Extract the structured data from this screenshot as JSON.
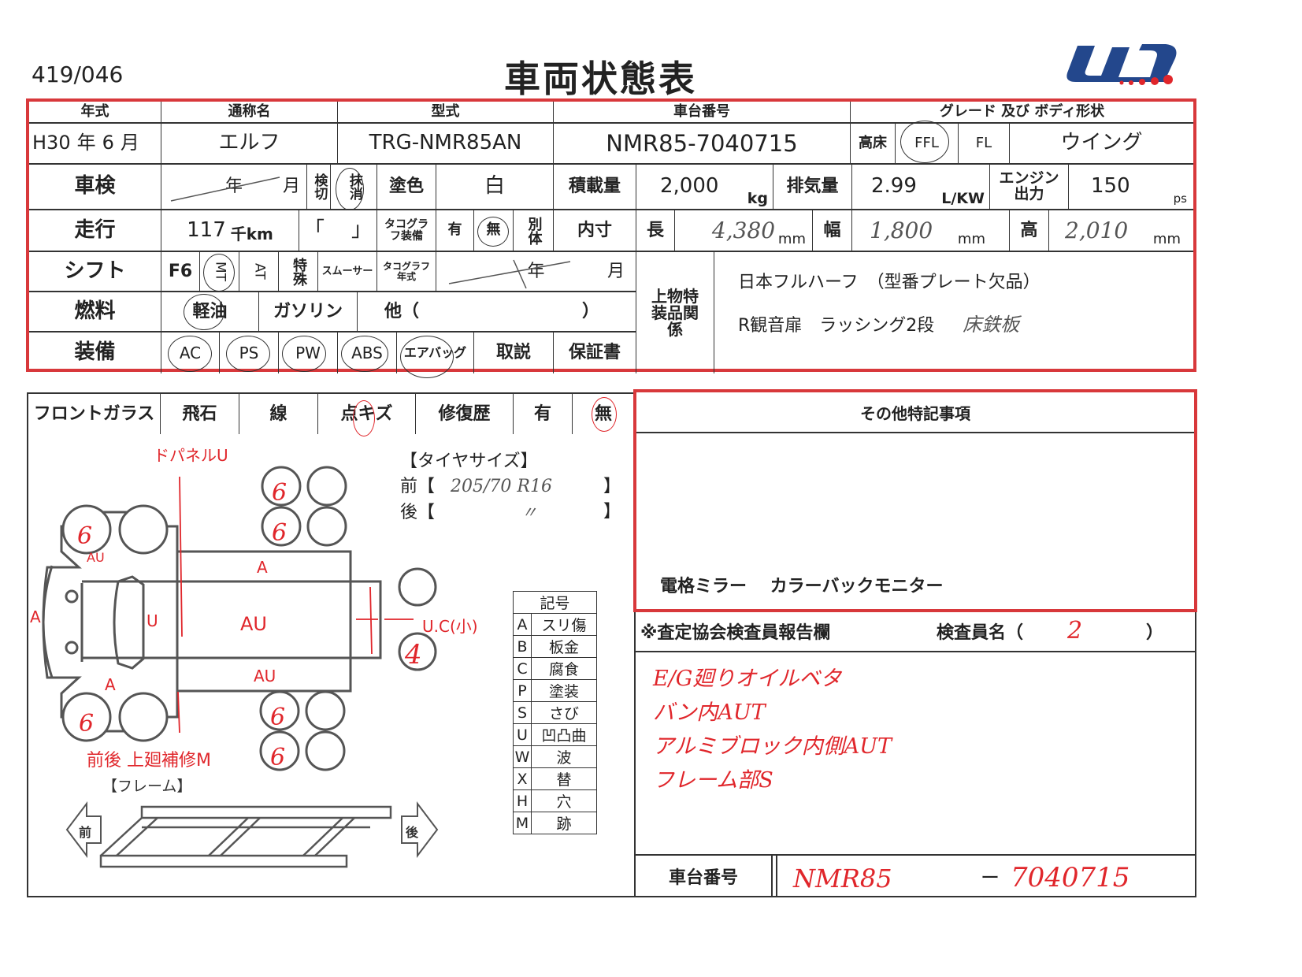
{
  "doc_number": "419/046",
  "title": "車両状態表",
  "logo": {
    "text": "um",
    "color": "#23478c",
    "dot_color": "#e0262b"
  },
  "colors": {
    "red_pen": "#e0262b",
    "frame_red": "#d8383b"
  },
  "top_table": {
    "headers": {
      "year": "年式",
      "name": "通称名",
      "model": "型式",
      "chassis": "車台番号",
      "grade": "グレード 及び ボディ形状"
    },
    "year": {
      "era_year": "H30",
      "year_label": "年",
      "month": "6",
      "month_label": "月"
    },
    "name": "エルフ",
    "model": "TRG-NMR85AN",
    "chassis": "NMR85-7040715",
    "grade": {
      "high_floor": "高床",
      "ffl": "FFL",
      "fl": "FL",
      "body": "ウイング"
    },
    "inspection": {
      "label": "車検",
      "year_label": "年",
      "month_label": "月",
      "expired": "検切",
      "cancelled": "抹消"
    },
    "paint": {
      "label": "塗色",
      "value": "白"
    },
    "load": {
      "label": "積載量",
      "value": "2,000",
      "unit": "kg"
    },
    "displacement": {
      "label": "排気量",
      "value": "2.99",
      "unit": "L/KW"
    },
    "engine_output": {
      "label": "エンジン出力",
      "value": "150",
      "unit": "ps"
    },
    "mileage": {
      "label": "走行",
      "value": "117",
      "unit": "千km",
      "bracket_open": "「",
      "bracket_close": "」"
    },
    "tacho": {
      "label": "タコグラフ装備",
      "yes": "有",
      "no": "無",
      "separate": "別体"
    },
    "inner_dims": {
      "label": "内寸",
      "length_label": "長",
      "length": "4,380",
      "width_label": "幅",
      "width": "1,800",
      "height_label": "高",
      "height": "2,010",
      "unit": "mm"
    },
    "shift": {
      "label": "シフト",
      "f6": "F6",
      "mt": "MT",
      "at": "AT",
      "special": "特殊",
      "smoother": "スムーサー",
      "tacho_year": "タコグラフ年式",
      "year_label": "年",
      "month_label": "月"
    },
    "fuel": {
      "label": "燃料",
      "diesel": "軽油",
      "gasoline": "ガソリン",
      "other": "他（",
      "other_close": "）"
    },
    "equipment": {
      "label": "装備",
      "items": [
        "AC",
        "PS",
        "PW",
        "ABS",
        "エアバッグ",
        "取説",
        "保証書"
      ]
    },
    "body_special": {
      "label": "上物特装品関係",
      "line1": "日本フルハーフ　（型番プレート欠品）",
      "line2": "R観音扉　ラッシング2段",
      "line2_hand": "床鉄板"
    }
  },
  "windshield": {
    "label": "フロントガラス",
    "chip": "飛石",
    "line": "線",
    "spot": "点キズ",
    "repair_history": "修復歴",
    "yes": "有",
    "no": "無"
  },
  "diagram": {
    "tire_size_title": "【タイヤサイズ】",
    "front_label": "前【",
    "front_value": "205/70 R16",
    "rear_label": "後【",
    "rear_value": "〃",
    "close": "】",
    "tire_marks": [
      "6",
      "6",
      "6",
      "6",
      "6",
      "6",
      "4"
    ],
    "notes": {
      "panel": "ドパネルU",
      "cab_top": "AU",
      "cab_front": "A",
      "cab_side": "U",
      "bed_top": "A",
      "bed_center": "AU",
      "bed_bottom": "AU",
      "cab_bottom": "A",
      "rear": "U.C(小)",
      "bottom": "前後 上廻補修M"
    },
    "frame_title": "【フレーム】",
    "front_arrow": "前",
    "rear_arrow": "後"
  },
  "legend": {
    "title": "記号",
    "rows": [
      {
        "code": "A",
        "meaning": "スリ傷"
      },
      {
        "code": "B",
        "meaning": "板金"
      },
      {
        "code": "C",
        "meaning": "腐食"
      },
      {
        "code": "P",
        "meaning": "塗装"
      },
      {
        "code": "S",
        "meaning": "さび"
      },
      {
        "code": "U",
        "meaning": "凹凸曲"
      },
      {
        "code": "W",
        "meaning": "波"
      },
      {
        "code": "X",
        "meaning": "替"
      },
      {
        "code": "H",
        "meaning": "穴"
      },
      {
        "code": "M",
        "meaning": "跡"
      }
    ]
  },
  "other_notes": {
    "title": "その他特記事項",
    "content": "電格ミラー　 カラーバックモニター"
  },
  "inspector_report": {
    "title": "※査定協会検査員報告欄",
    "inspector_label": "検査員名（",
    "inspector_value": "2",
    "close": "）",
    "lines": [
      "E/G廻りオイルベタ",
      "バン内AUT",
      "アルミブロック内側AUT",
      "フレーム部S"
    ]
  },
  "chassis_footer": {
    "label": "車台番号",
    "prefix": "NMR85",
    "dash": "ー",
    "number": "7040715"
  }
}
